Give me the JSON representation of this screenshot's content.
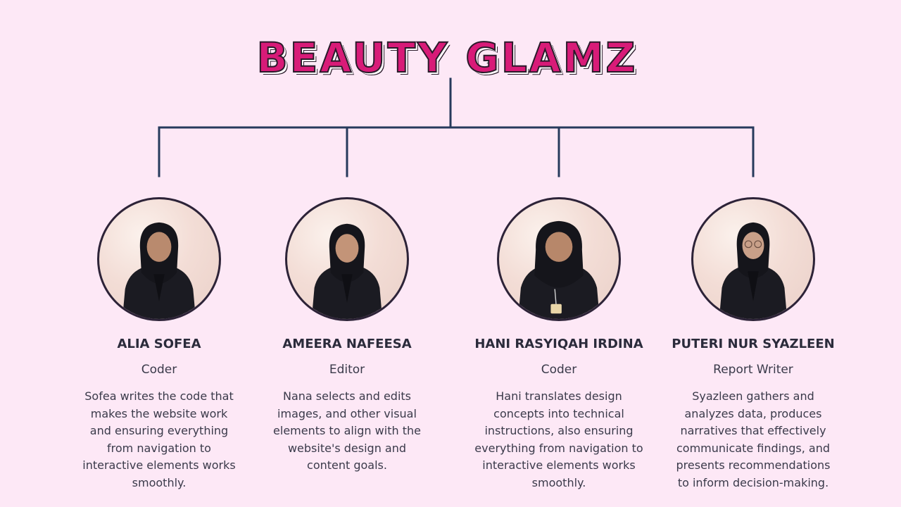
{
  "title": "BEAUTY GLAMZ",
  "colors": {
    "background": "#fde8f6",
    "title_fill": "#d81b78",
    "connector": "#263a5c"
  },
  "members": [
    {
      "name": "ALIA SOFEA",
      "role": "Coder",
      "description": "Sofea writes the code that makes the website work and ensuring everything from navigation to interactive elements works smoothly."
    },
    {
      "name": "AMEERA NAFEESA",
      "role": "Editor",
      "description": "Nana selects and edits images, and other visual elements to align with the website's design and content goals."
    },
    {
      "name": "HANI RASYIQAH IRDINA",
      "role": "Coder",
      "description": "Hani translates design concepts into technical instructions, also ensuring everything from navigation to interactive elements works smoothly."
    },
    {
      "name": "PUTERI NUR SYAZLEEN",
      "role": "Report Writer",
      "description": "Syazleen gathers and analyzes data, produces narratives that effectively communicate findings, and presents recommendations to inform decision-making."
    }
  ]
}
